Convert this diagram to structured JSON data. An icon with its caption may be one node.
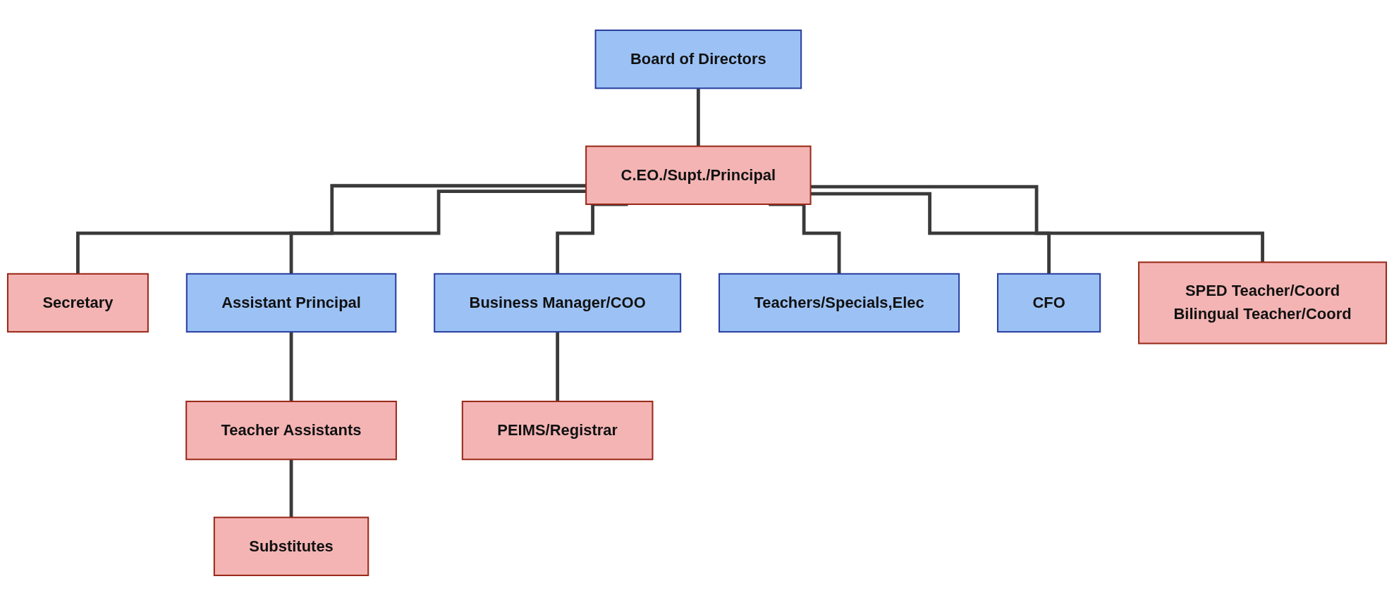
{
  "diagram": {
    "nodes": [
      {
        "text": [
          "Board of Directors"
        ]
      },
      {
        "text": [
          "C.EO./Supt./Principal"
        ]
      },
      {
        "text": [
          "Secretary"
        ]
      },
      {
        "text": [
          "Assistant Principal"
        ]
      },
      {
        "text": [
          "Business Manager/COO"
        ]
      },
      {
        "text": [
          "Teachers/Specials,Elec"
        ]
      },
      {
        "text": [
          "CFO"
        ]
      },
      {
        "text": [
          "SPED Teacher/Coord",
          "Bilingual Teacher/Coord"
        ]
      },
      {
        "text": [
          "Teacher Assistants"
        ]
      },
      {
        "text": [
          "Substitutes"
        ]
      },
      {
        "text": [
          "PEIMS/Registrar"
        ]
      }
    ],
    "edges": [
      {
        "from": 0,
        "to": 1,
        "arrow": "none"
      },
      {
        "from": 1,
        "to": 2,
        "arrow": "none"
      },
      {
        "from": 1,
        "to": 3,
        "arrow": "none"
      },
      {
        "from": 1,
        "to": 4,
        "arrow": "none"
      },
      {
        "from": 1,
        "to": 5,
        "arrow": "none"
      },
      {
        "from": 1,
        "to": 6,
        "arrow": "none"
      },
      {
        "from": 1,
        "to": 7,
        "arrow": "none"
      },
      {
        "from": 3,
        "to": 8,
        "arrow": "none"
      },
      {
        "from": 8,
        "to": 9,
        "arrow": "none"
      },
      {
        "from": 4,
        "to": 10,
        "arrow": "none"
      }
    ]
  }
}
